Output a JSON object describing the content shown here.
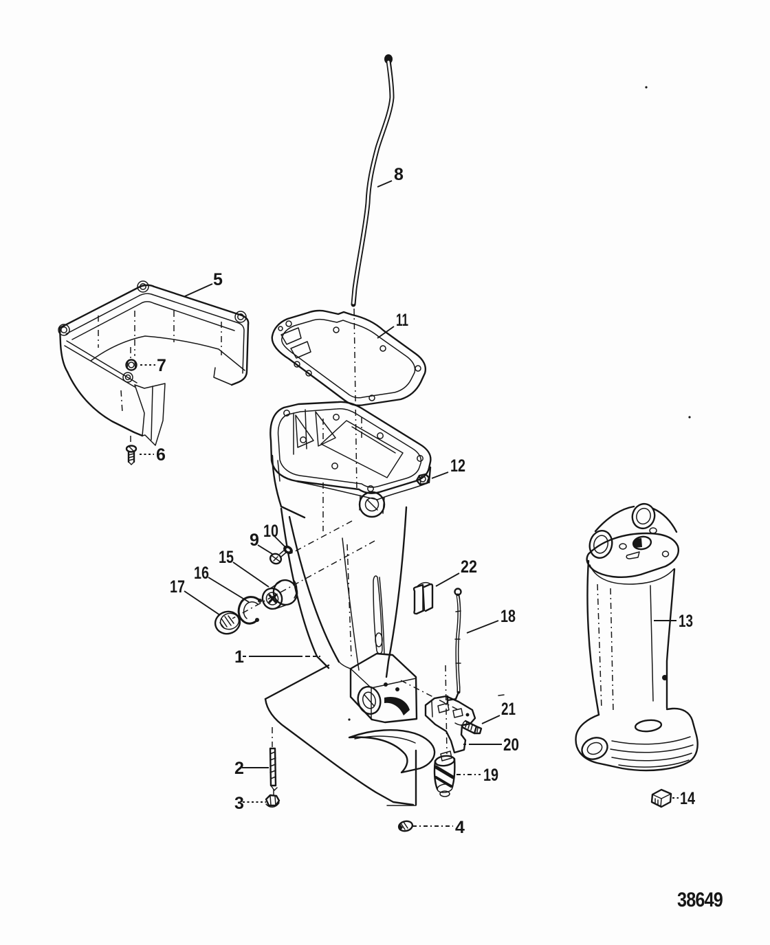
{
  "page": {
    "background": "#fdfdfd",
    "ink": "#161616",
    "type": "exploded-parts-diagram"
  },
  "drawing_number": "38649",
  "callouts": [
    {
      "label": "1"
    },
    {
      "label": "2"
    },
    {
      "label": "3"
    },
    {
      "label": "4"
    },
    {
      "label": "5"
    },
    {
      "label": "6"
    },
    {
      "label": "7"
    },
    {
      "label": "8"
    },
    {
      "label": "9"
    },
    {
      "label": "10"
    },
    {
      "label": "11"
    },
    {
      "label": "12"
    },
    {
      "label": "13"
    },
    {
      "label": "14"
    },
    {
      "label": "15"
    },
    {
      "label": "16"
    },
    {
      "label": "17"
    },
    {
      "label": "18"
    },
    {
      "label": "19"
    },
    {
      "label": "20"
    },
    {
      "label": "21"
    },
    {
      "label": "22"
    }
  ]
}
